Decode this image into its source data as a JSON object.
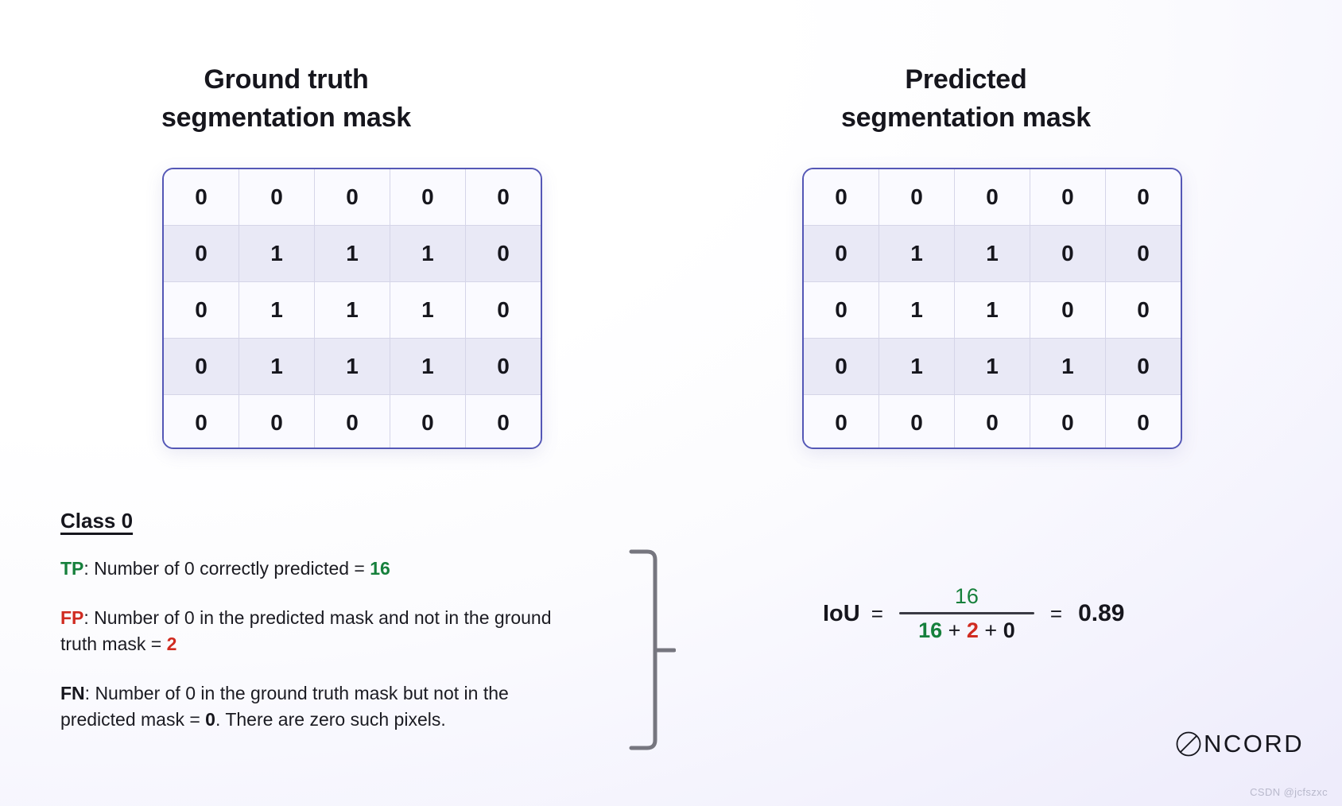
{
  "panels": {
    "ground_truth": {
      "title": "Ground truth\nsegmentation mask",
      "grid": [
        [
          {
            "v": "0",
            "c": "black"
          },
          {
            "v": "0",
            "c": "black"
          },
          {
            "v": "0",
            "c": "black"
          },
          {
            "v": "0",
            "c": "black"
          },
          {
            "v": "0",
            "c": "black"
          }
        ],
        [
          {
            "v": "0",
            "c": "black"
          },
          {
            "v": "1",
            "c": "black"
          },
          {
            "v": "1",
            "c": "black"
          },
          {
            "v": "1",
            "c": "black"
          },
          {
            "v": "0",
            "c": "black"
          }
        ],
        [
          {
            "v": "0",
            "c": "black"
          },
          {
            "v": "1",
            "c": "black"
          },
          {
            "v": "1",
            "c": "black"
          },
          {
            "v": "1",
            "c": "black"
          },
          {
            "v": "0",
            "c": "black"
          }
        ],
        [
          {
            "v": "0",
            "c": "black"
          },
          {
            "v": "1",
            "c": "black"
          },
          {
            "v": "1",
            "c": "black"
          },
          {
            "v": "1",
            "c": "black"
          },
          {
            "v": "0",
            "c": "black"
          }
        ],
        [
          {
            "v": "0",
            "c": "black"
          },
          {
            "v": "0",
            "c": "black"
          },
          {
            "v": "0",
            "c": "black"
          },
          {
            "v": "0",
            "c": "black"
          },
          {
            "v": "0",
            "c": "black"
          }
        ]
      ]
    },
    "predicted": {
      "title": "Predicted\nsegmentation mask",
      "grid": [
        [
          {
            "v": "0",
            "c": "green"
          },
          {
            "v": "0",
            "c": "green"
          },
          {
            "v": "0",
            "c": "green"
          },
          {
            "v": "0",
            "c": "green"
          },
          {
            "v": "0",
            "c": "green"
          }
        ],
        [
          {
            "v": "0",
            "c": "green"
          },
          {
            "v": "1",
            "c": "black"
          },
          {
            "v": "1",
            "c": "black"
          },
          {
            "v": "0",
            "c": "red"
          },
          {
            "v": "0",
            "c": "green"
          }
        ],
        [
          {
            "v": "0",
            "c": "green"
          },
          {
            "v": "1",
            "c": "black"
          },
          {
            "v": "1",
            "c": "black"
          },
          {
            "v": "0",
            "c": "red"
          },
          {
            "v": "0",
            "c": "green"
          }
        ],
        [
          {
            "v": "0",
            "c": "green"
          },
          {
            "v": "1",
            "c": "black"
          },
          {
            "v": "1",
            "c": "black"
          },
          {
            "v": "1",
            "c": "black"
          },
          {
            "v": "0",
            "c": "green"
          }
        ],
        [
          {
            "v": "0",
            "c": "green"
          },
          {
            "v": "0",
            "c": "green"
          },
          {
            "v": "0",
            "c": "green"
          },
          {
            "v": "0",
            "c": "green"
          },
          {
            "v": "0",
            "c": "green"
          }
        ]
      ]
    }
  },
  "class_block": {
    "heading": "Class 0",
    "tp": {
      "tag": "TP",
      "text_before": ": Number of 0 correctly predicted = ",
      "value": "16",
      "text_after": ""
    },
    "fp": {
      "tag": "FP",
      "text_before": ": Number of 0 in the predicted mask and not in the ground truth mask = ",
      "value": "2",
      "text_after": ""
    },
    "fn": {
      "tag": "FN",
      "text_before": ": Number of 0 in the ground truth mask but not in the predicted mask = ",
      "value": "0",
      "text_after": ". There are zero such pixels."
    }
  },
  "iou": {
    "label": "IoU",
    "equals_1": "=",
    "numerator": "16",
    "den_tp": "16",
    "den_plus_1": " + ",
    "den_fp": "2",
    "den_plus_2": " + ",
    "den_fn": "0",
    "equals_2": "=",
    "result": "0.89"
  },
  "branding": {
    "logo_text": "NCORD",
    "watermark": "CSDN @jcfszxc"
  },
  "colors": {
    "green": "#16803c",
    "red": "#d02b20",
    "black": "#16161d",
    "grid_border": "#5457b6",
    "bracket": "#76767f"
  }
}
